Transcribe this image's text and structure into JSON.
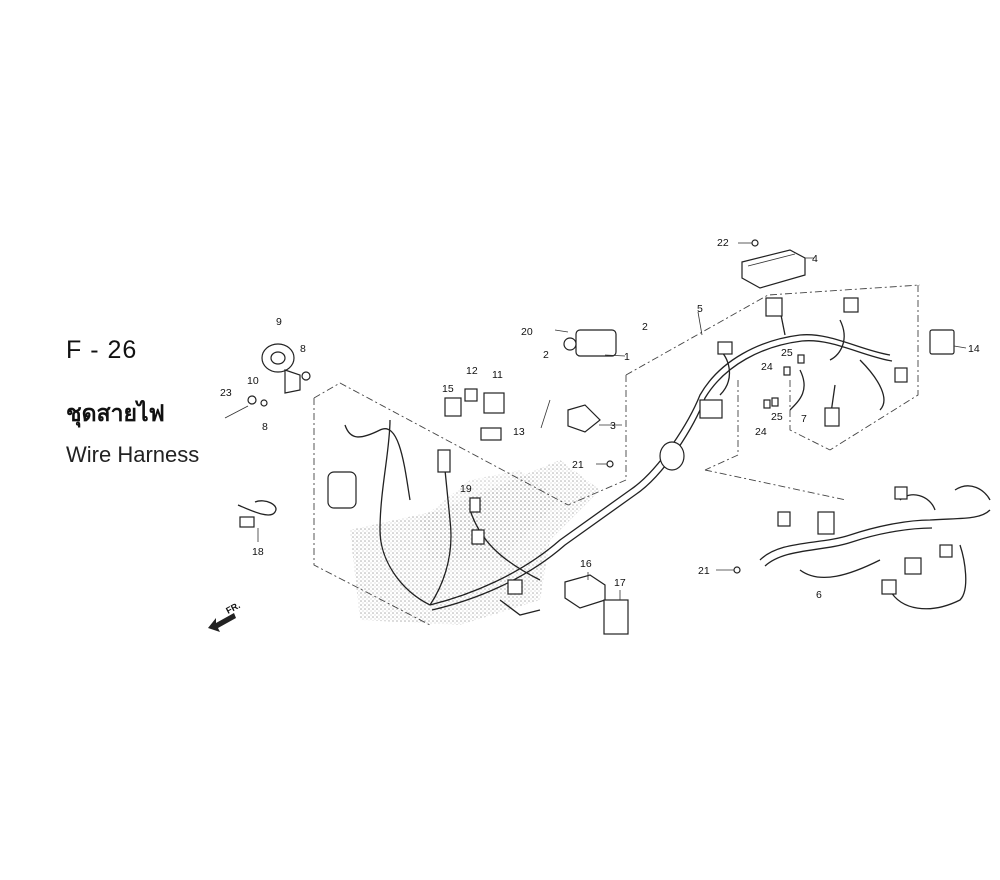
{
  "figure": {
    "code": "F - 26",
    "title_thai": "ชุดสายไฟ",
    "title_english": "Wire Harness"
  },
  "front_indicator": "FR.",
  "callouts": [
    "1",
    "2",
    "2",
    "3",
    "4",
    "5",
    "6",
    "7",
    "8",
    "8",
    "9",
    "10",
    "11",
    "12",
    "13",
    "14",
    "15",
    "16",
    "17",
    "18",
    "19",
    "20",
    "21",
    "21",
    "22",
    "23",
    "24",
    "24",
    "25",
    "25"
  ]
}
